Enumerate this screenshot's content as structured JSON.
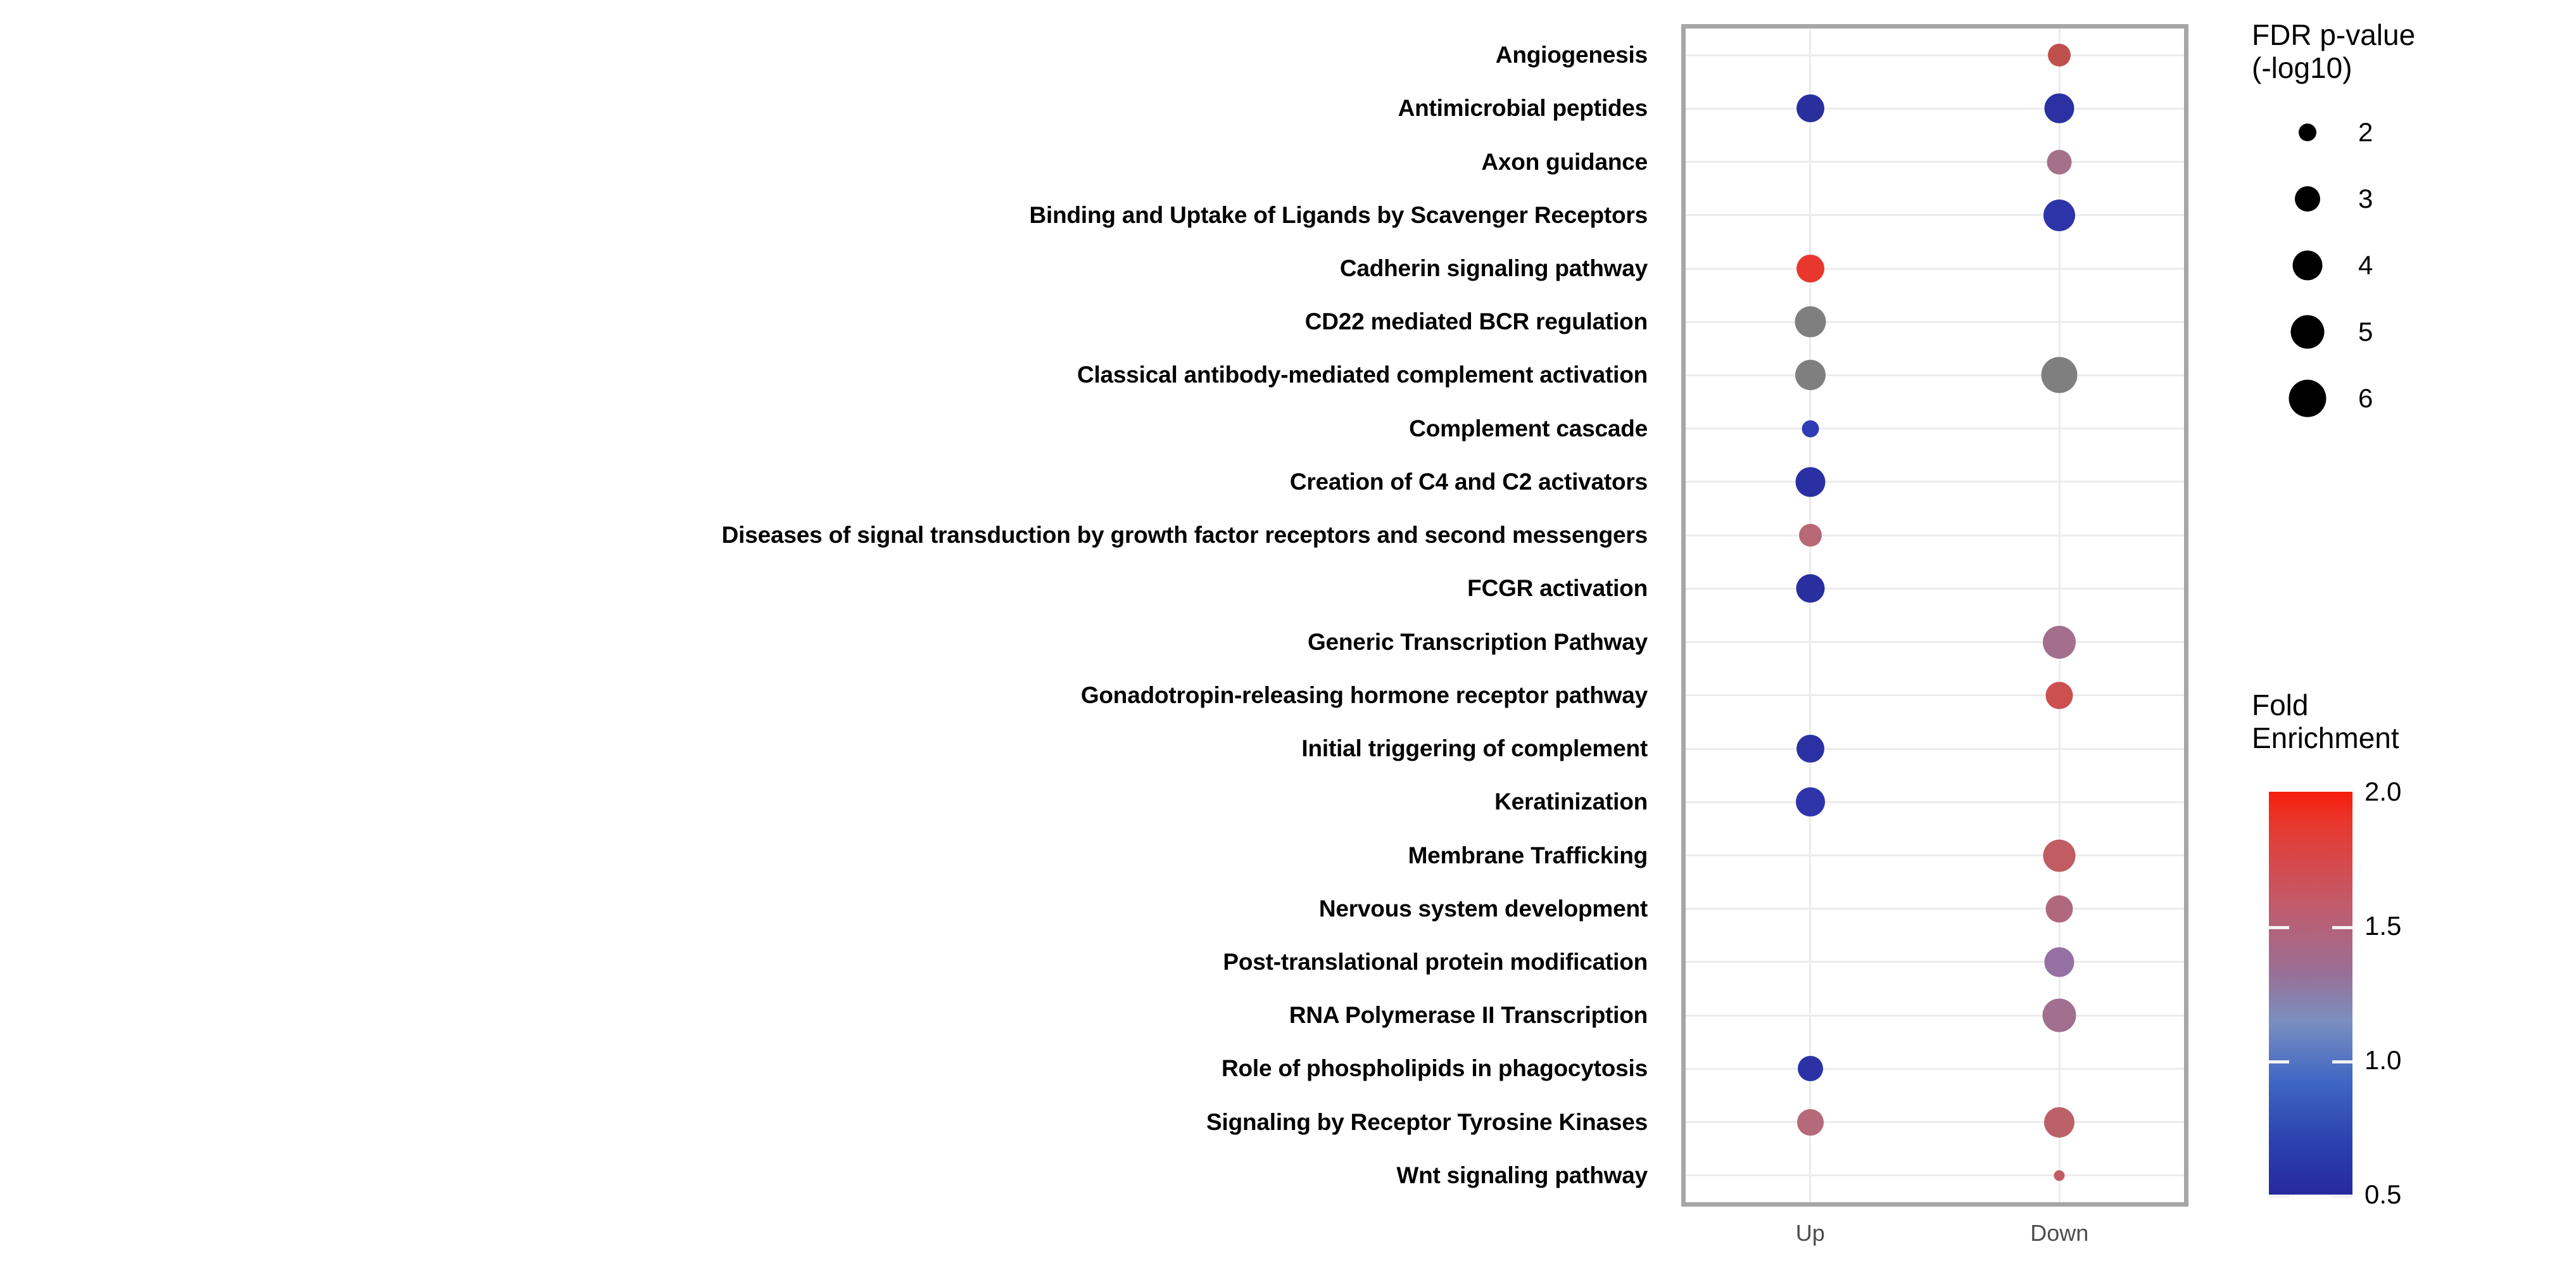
{
  "axes": {
    "x_categories": [
      "Up",
      "Down"
    ],
    "y_categories": [
      "Angiogenesis",
      "Antimicrobial peptides",
      "Axon guidance",
      "Binding and Uptake of Ligands by Scavenger Receptors",
      "Cadherin signaling pathway",
      "CD22 mediated BCR regulation",
      "Classical antibody-mediated complement activation",
      "Complement cascade",
      "Creation of C4 and C2 activators",
      "Diseases of signal transduction by growth factor receptors and second messengers",
      "FCGR activation",
      "Generic Transcription Pathway",
      "Gonadotropin-releasing hormone receptor pathway",
      "Initial triggering of complement",
      "Keratinization",
      "Membrane Trafficking",
      "Nervous system development",
      "Post-translational protein modification",
      "RNA Polymerase II Transcription",
      "Role of phospholipids in phagocytosis",
      "Signaling by Receptor Tyrosine Kinases",
      "Wnt signaling pathway"
    ]
  },
  "size_legend": {
    "title_line1": "FDR p-value",
    "title_line2": "(-log10)",
    "entries": [
      {
        "label": "2",
        "px": 28
      },
      {
        "label": "3",
        "px": 40
      },
      {
        "label": "4",
        "px": 47
      },
      {
        "label": "5",
        "px": 53
      },
      {
        "label": "6",
        "px": 59
      }
    ]
  },
  "color_legend": {
    "title_line1": "Fold",
    "title_line2": "Enrichment",
    "ticks": [
      "2.0",
      "1.5",
      "1.0",
      "0.5"
    ],
    "high_color": "#f71c0c",
    "low_color": "#262a9e",
    "na_color": "#7f7f7f"
  },
  "chart_data": {
    "type": "scatter",
    "title": "",
    "xlabel": "",
    "ylabel": "",
    "size_variable": "FDR p-value (-log10)",
    "color_variable": "Fold Enrichment",
    "color_range": [
      0.5,
      2.0
    ],
    "size_range": [
      2,
      6
    ],
    "categories_x": [
      "Up",
      "Down"
    ],
    "points": [
      {
        "pathway": "Angiogenesis",
        "x": "Down",
        "fdr_log10": 2.6,
        "fold_enrichment": 1.62,
        "color": "#c0504d",
        "px": 36
      },
      {
        "pathway": "Antimicrobial peptides",
        "x": "Up",
        "fdr_log10": 3.6,
        "fold_enrichment": 0.35,
        "color": "#2a2f9e",
        "px": 44
      },
      {
        "pathway": "Antimicrobial peptides",
        "x": "Down",
        "fdr_log10": 4.0,
        "fold_enrichment": 0.4,
        "color": "#2b31a3",
        "px": 47
      },
      {
        "pathway": "Axon guidance",
        "x": "Down",
        "fdr_log10": 2.9,
        "fold_enrichment": 1.28,
        "color": "#a5708a",
        "px": 39
      },
      {
        "pathway": "Binding and Uptake of Ligands by Scavenger Receptors",
        "x": "Down",
        "fdr_log10": 4.5,
        "fold_enrichment": 0.42,
        "color": "#2d34a8",
        "px": 50
      },
      {
        "pathway": "Cadherin signaling pathway",
        "x": "Up",
        "fdr_log10": 3.6,
        "fold_enrichment": 1.97,
        "color": "#e8382e",
        "px": 44
      },
      {
        "pathway": "CD22 mediated BCR regulation",
        "x": "Up",
        "fdr_log10": 4.3,
        "fold_enrichment": null,
        "color": "#7f7f7f",
        "px": 49
      },
      {
        "pathway": "Classical antibody-mediated complement activation",
        "x": "Up",
        "fdr_log10": 4.2,
        "fold_enrichment": null,
        "color": "#7f7f7f",
        "px": 48
      },
      {
        "pathway": "Classical antibody-mediated complement activation",
        "x": "Down",
        "fdr_log10": 5.3,
        "fold_enrichment": null,
        "color": "#7f7f7f",
        "px": 57
      },
      {
        "pathway": "Complement cascade",
        "x": "Up",
        "fdr_log10": 2.1,
        "fold_enrichment": 0.52,
        "color": "#2f3cb5",
        "px": 27
      },
      {
        "pathway": "Creation of C4 and C2 activators",
        "x": "Up",
        "fdr_log10": 4.1,
        "fold_enrichment": 0.38,
        "color": "#2a30a1",
        "px": 47
      },
      {
        "pathway": "Diseases of signal transduction by growth factor receptors and second messengers",
        "x": "Up",
        "fdr_log10": 2.7,
        "fold_enrichment": 1.45,
        "color": "#b96876",
        "px": 36
      },
      {
        "pathway": "FCGR activation",
        "x": "Up",
        "fdr_log10": 3.8,
        "fold_enrichment": 0.37,
        "color": "#2a2f9f",
        "px": 45
      },
      {
        "pathway": "Generic Transcription Pathway",
        "x": "Down",
        "fdr_log10": 4.7,
        "fold_enrichment": 1.27,
        "color": "#a36f8d",
        "px": 52
      },
      {
        "pathway": "Gonadotropin-releasing hormone receptor pathway",
        "x": "Down",
        "fdr_log10": 3.5,
        "fold_enrichment": 1.7,
        "color": "#cc5050",
        "px": 43
      },
      {
        "pathway": "Initial triggering of complement",
        "x": "Up",
        "fdr_log10": 3.7,
        "fold_enrichment": 0.39,
        "color": "#2b31a3",
        "px": 44
      },
      {
        "pathway": "Keratinization",
        "x": "Up",
        "fdr_log10": 3.9,
        "fold_enrichment": 0.44,
        "color": "#2e35aa",
        "px": 46
      },
      {
        "pathway": "Membrane Trafficking",
        "x": "Down",
        "fdr_log10": 4.6,
        "fold_enrichment": 1.55,
        "color": "#c05c62",
        "px": 51
      },
      {
        "pathway": "Nervous system development",
        "x": "Down",
        "fdr_log10": 3.5,
        "fold_enrichment": 1.38,
        "color": "#b0687f",
        "px": 43
      },
      {
        "pathway": "Post-translational protein modification",
        "x": "Down",
        "fdr_log10": 4.0,
        "fold_enrichment": 1.16,
        "color": "#9471a2",
        "px": 47
      },
      {
        "pathway": "RNA Polymerase II Transcription",
        "x": "Down",
        "fdr_log10": 4.8,
        "fold_enrichment": 1.25,
        "color": "#a16f90",
        "px": 53
      },
      {
        "pathway": "Role of phospholipids in phagocytosis",
        "x": "Up",
        "fdr_log10": 3.2,
        "fold_enrichment": 0.43,
        "color": "#2c32a6",
        "px": 40
      },
      {
        "pathway": "Signaling by Receptor Tyrosine Kinases",
        "x": "Up",
        "fdr_log10": 3.4,
        "fold_enrichment": 1.41,
        "color": "#b46a79",
        "px": 42
      },
      {
        "pathway": "Signaling by Receptor Tyrosine Kinases",
        "x": "Down",
        "fdr_log10": 4.2,
        "fold_enrichment": 1.52,
        "color": "#bc6169",
        "px": 48
      },
      {
        "pathway": "Wnt signaling pathway",
        "x": "Down",
        "fdr_log10": 1.6,
        "fold_enrichment": 1.6,
        "color": "#c25b64",
        "px": 17
      }
    ]
  }
}
